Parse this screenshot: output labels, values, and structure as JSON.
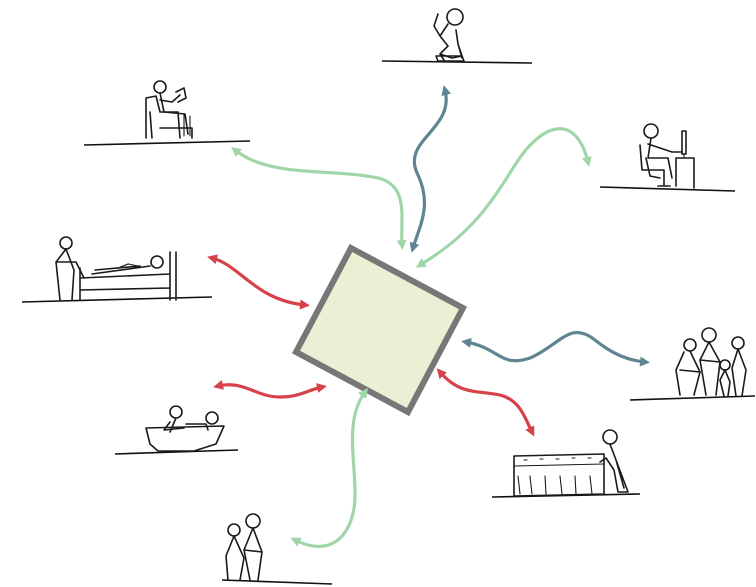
{
  "diagram": {
    "center": {
      "fill": "#e9f0d3",
      "stroke": "#7a7677"
    },
    "arrow_colors": {
      "green": "#9fd6a8",
      "slate": "#5f8592",
      "red": "#d6414b"
    },
    "scenes": [
      {
        "name": "person-reading-armchair"
      },
      {
        "name": "person-kneeling-chair"
      },
      {
        "name": "person-at-computer-desk"
      },
      {
        "name": "person-lying-in-bed-with-caregiver"
      },
      {
        "name": "group-of-people-standing"
      },
      {
        "name": "person-in-bathtub"
      },
      {
        "name": "person-making-bed"
      },
      {
        "name": "two-people-walking-supported"
      }
    ]
  }
}
